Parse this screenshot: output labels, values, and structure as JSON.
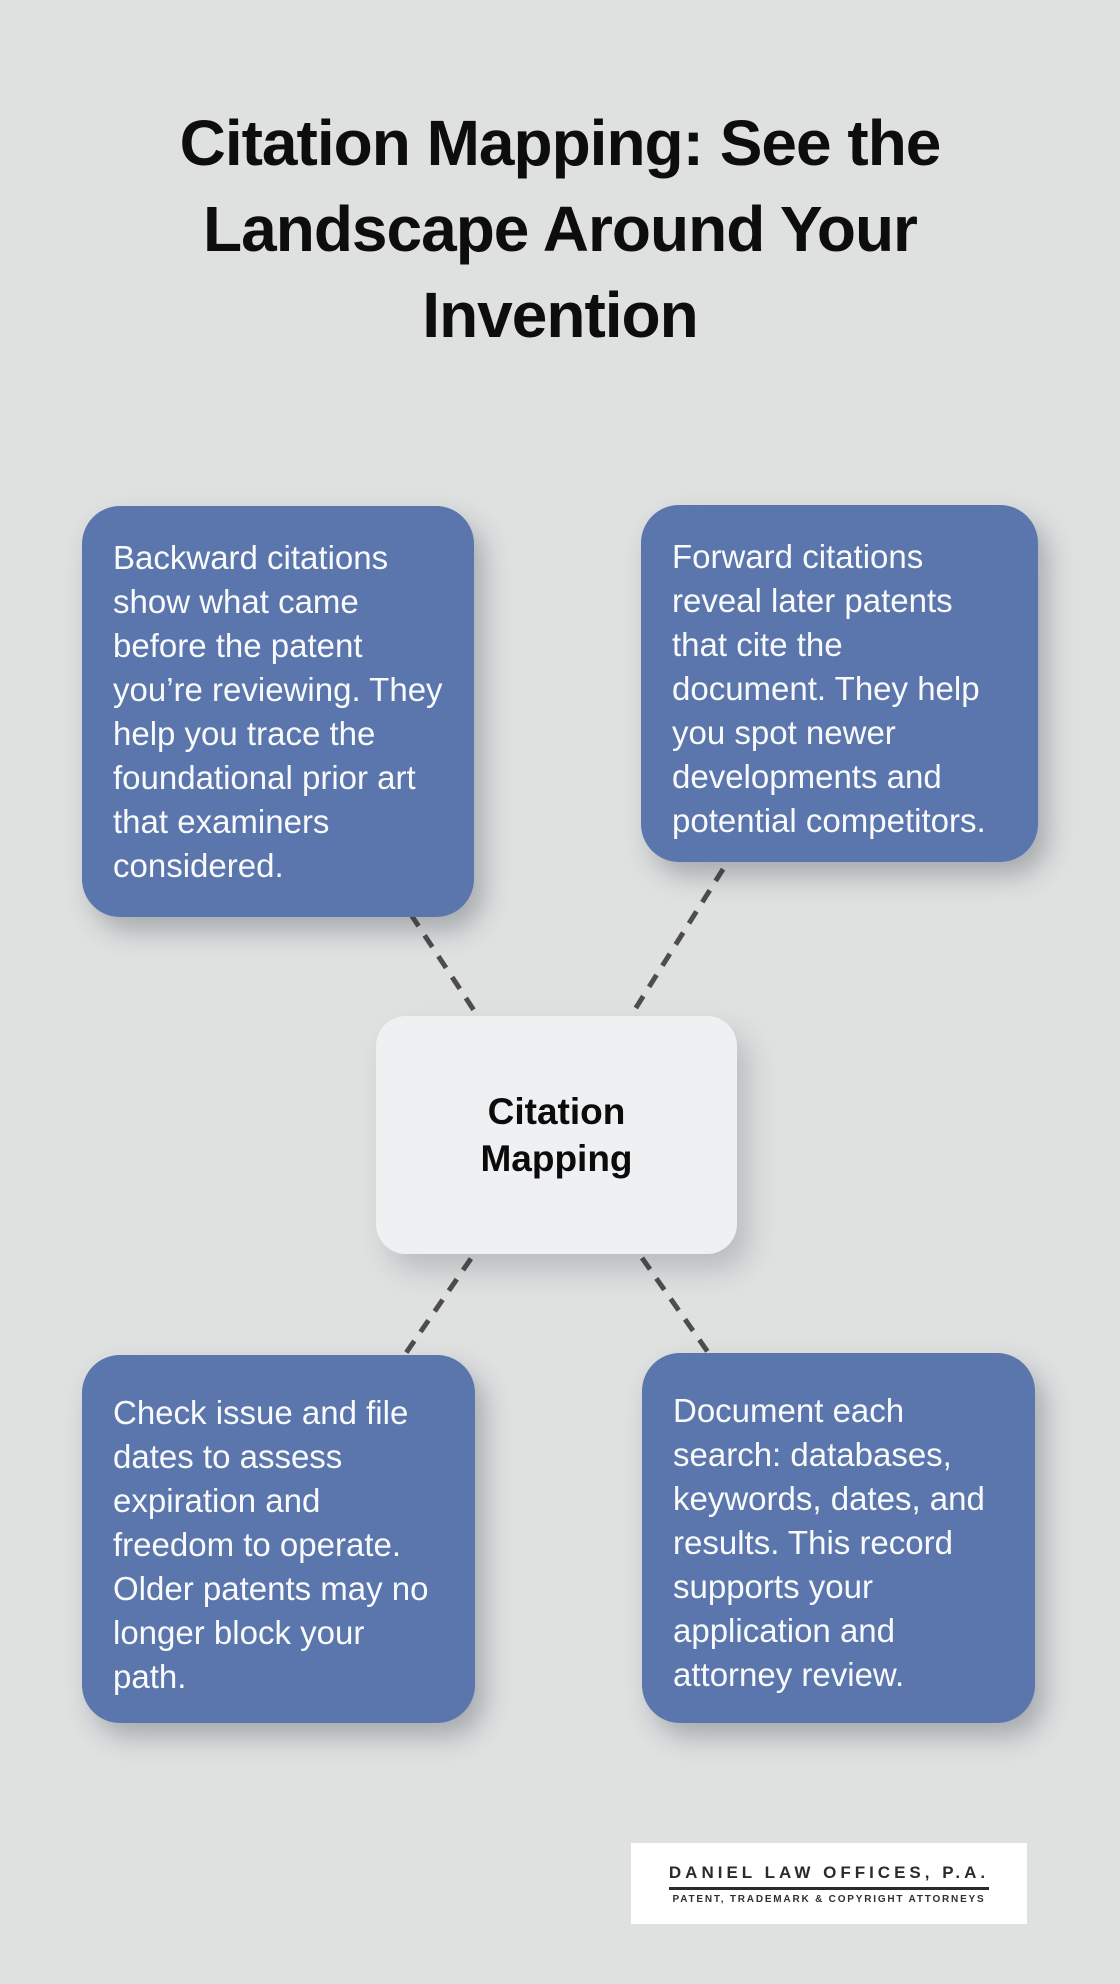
{
  "page": {
    "title": "Citation Mapping: See the\nLandscape Around Your\nInvention"
  },
  "colors": {
    "background": "#dfe1e1",
    "node": "#5b76ad",
    "node_text": "#f8fafb",
    "center_bg": "#eef0f2",
    "connector": "#4d4d4d",
    "title_color": "#0d0d0d",
    "logo_color": "#2b2b2b"
  },
  "diagram": {
    "center_label": "Citation\nMapping",
    "nodes": [
      {
        "id": "backward-citations",
        "position": "top-left",
        "text": "Backward citations\nshow what came\nbefore the patent\nyou’re reviewing. They\nhelp you trace the\nfoundational prior art\nthat examiners\nconsidered."
      },
      {
        "id": "forward-citations",
        "position": "top-right",
        "text": "Forward citations\nreveal later patents\nthat cite the\ndocument. They help\nyou spot newer\ndevelopments and\npotential competitors."
      },
      {
        "id": "issue-file-dates",
        "position": "bottom-left",
        "text": "Check issue and file\ndates to assess\nexpiration and\nfreedom to operate.\nOlder patents may no\nlonger block your\npath."
      },
      {
        "id": "document-searches",
        "position": "bottom-right",
        "text": "Document each\nsearch: databases,\nkeywords, dates, and\nresults. This record\nsupports your\napplication and\nattorney review."
      }
    ]
  },
  "footer_logo": {
    "name": "DANIEL LAW OFFICES, P.A.",
    "tagline": "PATENT, TRADEMARK & COPYRIGHT ATTORNEYS"
  }
}
